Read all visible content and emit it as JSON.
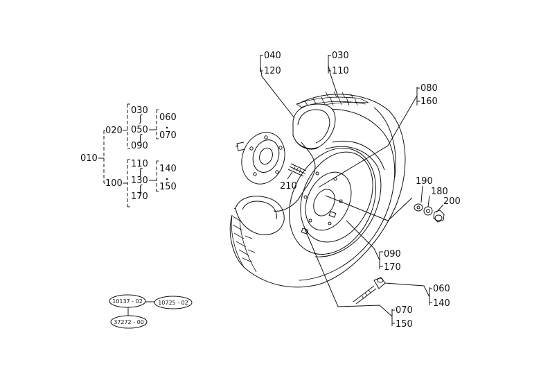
{
  "tree": {
    "root": "010",
    "g1": "020",
    "g1_items": [
      "030",
      "050",
      "090"
    ],
    "g1_sub": [
      "060",
      "070"
    ],
    "g2": "100",
    "g2_items": [
      "110",
      "130",
      "170"
    ],
    "g2_sub": [
      "140",
      "150"
    ]
  },
  "callouts": {
    "c040": "040",
    "c120": "120",
    "c030": "030",
    "c110": "110",
    "c080": "080",
    "c160": "160",
    "c190": "190",
    "c180": "180",
    "c200": "200",
    "c210": "210",
    "c090": "090",
    "c170": "170",
    "c060": "060",
    "c140": "140",
    "c070": "070",
    "c150": "150"
  },
  "refs": {
    "r1": "10137 - 02",
    "r2": "10725 - 02",
    "r3": "37272 - 00"
  },
  "colors": {
    "ink": "#111111",
    "paper": "#ffffff"
  }
}
